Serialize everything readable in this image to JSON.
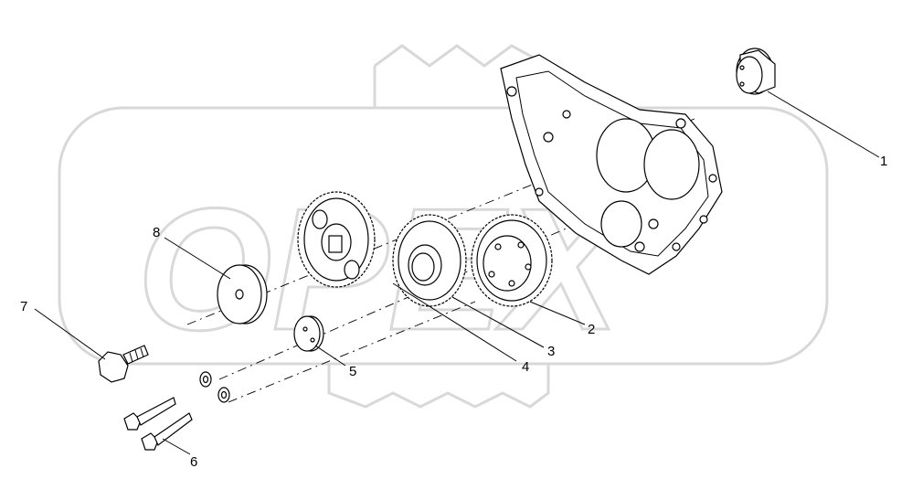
{
  "watermark": {
    "text": "OPEX",
    "color": "#d9d9d9"
  },
  "corner_mark": "",
  "callouts": [
    {
      "id": "1",
      "label": "1"
    },
    {
      "id": "2",
      "label": "2"
    },
    {
      "id": "3",
      "label": "3"
    },
    {
      "id": "4",
      "label": "4"
    },
    {
      "id": "5",
      "label": "5"
    },
    {
      "id": "6",
      "label": "6"
    },
    {
      "id": "7",
      "label": "7"
    },
    {
      "id": "8",
      "label": "8"
    }
  ],
  "colors": {
    "line": "#000000",
    "background": "#ffffff",
    "watermark": "#d9d9d9"
  }
}
